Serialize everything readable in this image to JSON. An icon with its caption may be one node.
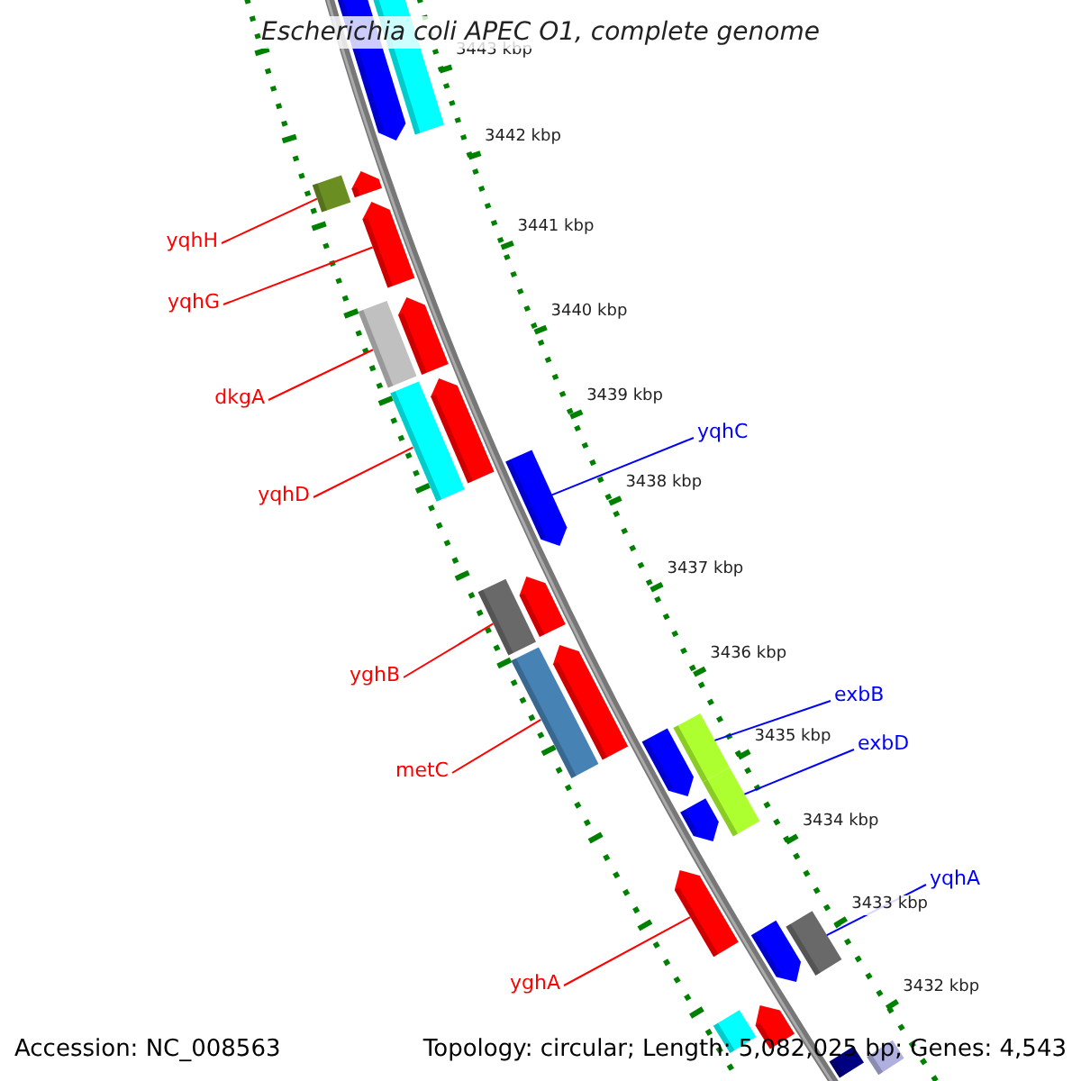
{
  "diagram": {
    "title": "Escherichia coli APEC O1, complete genome",
    "nodes": [
      {
        "text": [
          "yqhH"
        ]
      },
      {
        "text": [
          "yqhG"
        ]
      },
      {
        "text": [
          "dkgA"
        ]
      },
      {
        "text": [
          "yqhC"
        ]
      },
      {
        "text": [
          "yqhD"
        ]
      },
      {
        "text": [
          "yghB"
        ]
      },
      {
        "text": [
          "exbB"
        ]
      },
      {
        "text": [
          "exbD"
        ]
      },
      {
        "text": [
          "metC"
        ]
      },
      {
        "text": [
          "yqhA"
        ]
      },
      {
        "text": [
          "yghA"
        ]
      },
      {
        "text": [],
        "shape": "arrow"
      },
      {
        "text": [],
        "shape": "box"
      },
      {
        "text": [],
        "shape": "arrow"
      },
      {
        "text": [],
        "shape": "box"
      },
      {
        "text": [],
        "shape": "arrow"
      },
      {
        "text": [],
        "shape": "arrow"
      },
      {
        "text": [],
        "shape": "box"
      },
      {
        "text": [],
        "shape": "arrow"
      },
      {
        "text": [],
        "shape": "box"
      },
      {
        "text": [],
        "shape": "arrow"
      },
      {
        "text": [],
        "shape": "arrow"
      },
      {
        "text": [],
        "shape": "box"
      },
      {
        "text": [],
        "shape": "arrow"
      },
      {
        "text": [],
        "shape": "box"
      },
      {
        "text": [],
        "shape": "box"
      },
      {
        "text": [],
        "shape": "arrow"
      },
      {
        "text": [],
        "shape": "box"
      },
      {
        "text": [],
        "shape": "arrow"
      },
      {
        "text": [],
        "shape": "arrow"
      },
      {
        "text": [],
        "shape": "box"
      },
      {
        "text": [],
        "shape": "arrow"
      },
      {
        "text": [],
        "shape": "arrow"
      },
      {
        "text": [],
        "shape": "box"
      },
      {
        "text": [],
        "shape": "box"
      },
      {
        "text": [],
        "shape": "box"
      }
    ],
    "edges": [
      {
        "from": 0,
        "to": 14,
        "arrow": "none"
      },
      {
        "from": 1,
        "to": 15,
        "arrow": "none"
      },
      {
        "from": 2,
        "to": 17,
        "arrow": "none"
      },
      {
        "from": 3,
        "to": 20,
        "arrow": "none",
        "color": "#0000ff"
      },
      {
        "from": 4,
        "to": 19,
        "arrow": "none"
      },
      {
        "from": 5,
        "to": 22,
        "arrow": "none"
      },
      {
        "from": 6,
        "to": 25,
        "arrow": "none",
        "color": "#0000ff"
      },
      {
        "from": 7,
        "to": 27,
        "arrow": "none",
        "color": "#0000ff"
      },
      {
        "from": 8,
        "to": 24,
        "arrow": "none"
      },
      {
        "from": 9,
        "to": 30,
        "arrow": "none",
        "color": "#0000ff"
      },
      {
        "from": 10,
        "to": 29,
        "arrow": "none"
      }
    ],
    "labels": [
      "3443 kbp",
      "3442 kbp",
      "3441 kbp",
      "3440 kbp",
      "3439 kbp",
      "3438 kbp",
      "3437 kbp",
      "3436 kbp",
      "3435 kbp",
      "3434 kbp",
      "3433 kbp",
      "3432 kbp",
      "Accession: NC_008563",
      "Topology: circular; Length: 5,082,025 bp; Genes: 4,543"
    ]
  }
}
